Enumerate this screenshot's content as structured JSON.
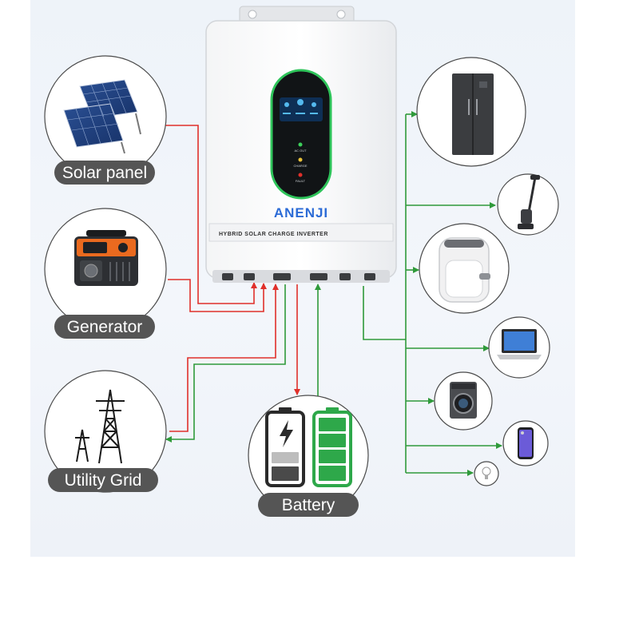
{
  "device": {
    "brand": "ANENJI",
    "model_text": "HYBRID SOLAR CHARGE INVERTER",
    "indicators": [
      "AC OUT",
      "CHARGE",
      "FAULT"
    ]
  },
  "sources": [
    {
      "label": "Solar panel",
      "icon": "solar-panel-icon"
    },
    {
      "label": "Generator",
      "icon": "generator-icon"
    },
    {
      "label": "Utility Grid",
      "icon": "power-tower-icon"
    }
  ],
  "storage": {
    "label": "Battery",
    "icon": "battery-icon"
  },
  "loads": [
    {
      "icon": "refrigerator-icon"
    },
    {
      "icon": "vacuum-cleaner-icon"
    },
    {
      "icon": "air-fryer-icon"
    },
    {
      "icon": "laptop-icon"
    },
    {
      "icon": "washing-machine-icon"
    },
    {
      "icon": "smartphone-icon"
    },
    {
      "icon": "light-bulb-icon"
    }
  ],
  "colors": {
    "input_line": "#e0302a",
    "output_line": "#2f9a3a",
    "label_bg": "#555555",
    "battery_green": "#2ea84a",
    "panel_bg": "#eef3f9"
  }
}
